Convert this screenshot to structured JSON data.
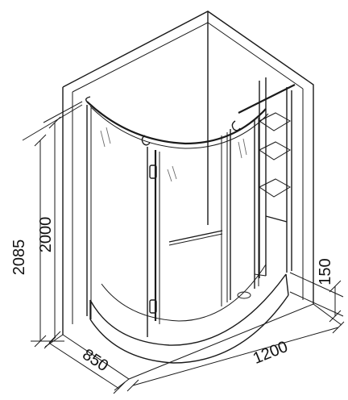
{
  "dimensions": {
    "total_height": "2085",
    "cabin_height": "2000",
    "tray_height": "150",
    "depth": "850",
    "width": "1200"
  },
  "colors": {
    "line": "#1a1a1a",
    "glass": "#6b6b6b",
    "background": "#ffffff"
  }
}
